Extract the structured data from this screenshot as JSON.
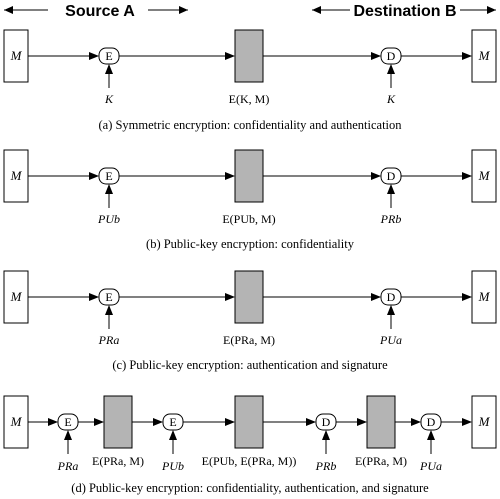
{
  "header": {
    "source": "Source A",
    "destination": "Destination B"
  },
  "colors": {
    "line": "#000000",
    "channel_fill": "#b4b4b4",
    "background": "#ffffff"
  },
  "panels": [
    {
      "id": "a",
      "message_left": "M",
      "message_right": "M",
      "encrypt_label": "E",
      "decrypt_label": "D",
      "encrypt_key": "K",
      "decrypt_key": "K",
      "channel_text": "E(K, M)",
      "caption": "(a) Symmetric encryption: confidentiality and authentication"
    },
    {
      "id": "b",
      "message_left": "M",
      "message_right": "M",
      "encrypt_label": "E",
      "decrypt_label": "D",
      "encrypt_key": "PUb",
      "decrypt_key": "PRb",
      "channel_text": "E(PUb, M)",
      "caption": "(b) Public-key encryption: confidentiality"
    },
    {
      "id": "c",
      "message_left": "M",
      "message_right": "M",
      "encrypt_label": "E",
      "decrypt_label": "D",
      "encrypt_key": "PRa",
      "decrypt_key": "PUa",
      "channel_text": "E(PRa, M)",
      "caption": "(c) Public-key encryption: authentication and signature"
    },
    {
      "id": "d",
      "message_left": "M",
      "message_right": "M",
      "op1": "E",
      "op2": "E",
      "op3": "D",
      "op4": "D",
      "key1": "PRa",
      "key2": "PUb",
      "key3": "PRb",
      "key4": "PUa",
      "channel1_text": "E(PRa, M)",
      "channel2_text": "E(PUb, E(PRa, M))",
      "channel3_text": "E(PRa, M)",
      "caption": "(d) Public-key encryption: confidentiality, authentication, and signature"
    }
  ]
}
